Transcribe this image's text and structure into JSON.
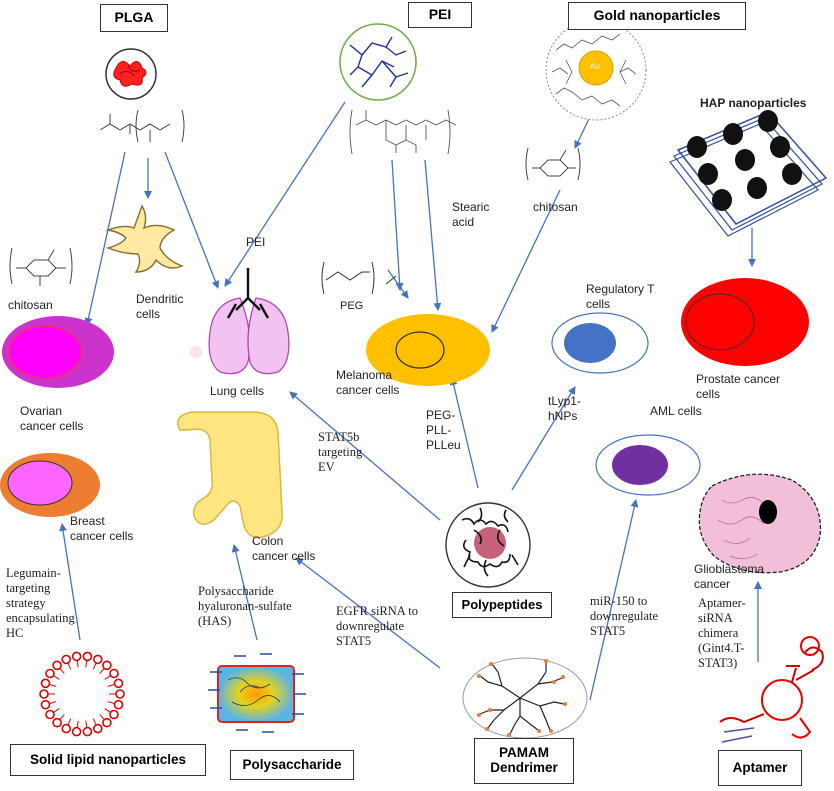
{
  "boxes": {
    "plga": "PLGA",
    "pei": "PEI",
    "gold": "Gold nanoparticles",
    "solid_lipid": "Solid lipid nanoparticles",
    "polysaccharide": "Polysaccharide",
    "pamam": "PAMAM\nDendrimer",
    "aptamer": "Aptamer",
    "polypeptides": "Polypeptides"
  },
  "labels": {
    "hap": "HAP nanoparticles",
    "chitosan_left": "chitosan",
    "chitosan_right": "chitosan",
    "dendritic": "Dendritic\ncells",
    "pei_small": "PEI",
    "peg": "PEG",
    "stearic": "Stearic\nacid",
    "regulatory": "Regulatory T\ncells",
    "melanoma": "Melanoma\ncancer cells",
    "prostate": "Prostate cancer\ncells",
    "ovarian": "Ovarian\ncancer cells",
    "lung": "Lung cells",
    "breast": "Breast\ncancer cells",
    "colon": "Colon\ncancer cells",
    "aml": "AML cells",
    "tlyp": "tLyp1-\nhNPs",
    "peg_pll": "PEG-\nPLL-\nPLLeu",
    "glioblastoma": "Glioblastoma\ncancer",
    "au": "Au"
  },
  "serif_labels": {
    "stat5b": "STAT5b\ntargeting\nEV",
    "legumain": "Legumain-\ntargeting\nstrategy\nencapsulating\nHC",
    "has": "Polysaccharide\nhyaluronan-sulfate\n(HAS)",
    "egfr": "EGFR siRNA to\ndownregulate\nSTAT5",
    "mir150": "miR-150 to\ndownregulate\nSTAT5",
    "aptamer_chimera": "Aptamer-\nsiRNA\nchimera\n(Gint4.T-\nSTAT3)"
  },
  "colors": {
    "arrow": "#4472c4",
    "melanoma": "#ffc000",
    "prostate": "#ff0000",
    "ovarian": "#cc33cc",
    "breast": "#ed7d31",
    "regulatory": "#4472c4",
    "aml": "#7030a0"
  }
}
